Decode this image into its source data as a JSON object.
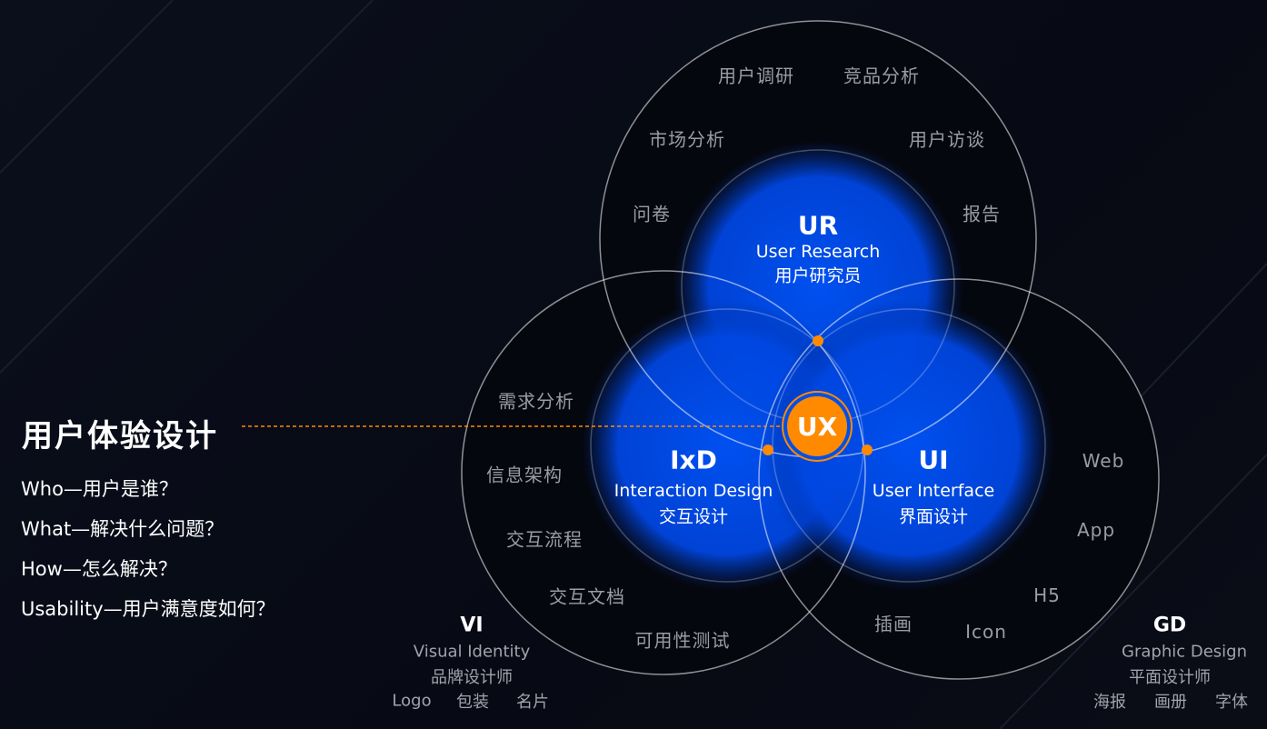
{
  "title": "用户体验设计",
  "questions": [
    "Who—用户是谁？",
    "What—解决什么问题？",
    "How—怎么解决？",
    "Usability—用户满意度如何？"
  ],
  "center": "UX",
  "ur": {
    "abbr": "UR",
    "en": "User Research",
    "zh": "用户研究员",
    "keywords": [
      "用户调研",
      "竞品分析",
      "市场分析",
      "用户访谈",
      "问卷",
      "报告"
    ]
  },
  "ixd": {
    "abbr": "IxD",
    "en": "Interaction Design",
    "zh": "交互设计"
  },
  "ui": {
    "abbr": "UI",
    "en": "User Interface",
    "zh": "界面设计"
  },
  "vi": {
    "abbr": "VI",
    "en": "Visual Identity",
    "zh": "品牌设计师",
    "items": [
      "Logo",
      "包装",
      "名片"
    ],
    "keywords": [
      "需求分析",
      "信息架构",
      "交互流程",
      "交互文档",
      "可用性测试"
    ]
  },
  "gd": {
    "abbr": "GD",
    "en": "Graphic Design",
    "zh": "平面设计师",
    "items": [
      "海报",
      "画册",
      "字体"
    ],
    "keywords": [
      "Web",
      "App",
      "H5",
      "Icon",
      "插画"
    ]
  },
  "colors": {
    "accent": "#ff8a00",
    "blue": "#0050e8"
  }
}
